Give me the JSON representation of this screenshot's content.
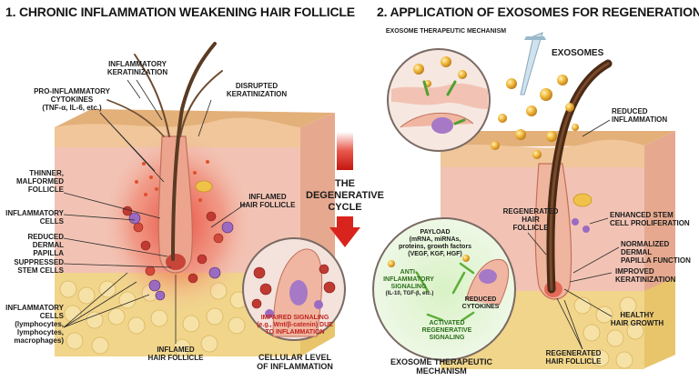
{
  "panel_left": {
    "title": "1. CHRONIC INFLAMMATION WEAKENING HAIR FOLLICLE",
    "labels": {
      "inflammatory_keratinization": "INFLAMMATORY\nKERATINIZATION",
      "pro_inflammatory_cytokines": "PRO-INFLAMMATORY\nCYTOKINES\n(TNF-α, IL-6, etc.)",
      "disrupted_keratinization": "DISRUPTED\nKERATINIZATION",
      "thinner_follicle": "THINNER,\nMALFORMED\nFOLLICLE",
      "inflammatory_cells": "INFLAMMATORY\nCELLS",
      "reduced_dermal_papilla": "REDUCED\nDERMAL PAPILLA",
      "suppressed_stem_cells": "SUPPRESSED\nSTEM CELLS",
      "inflammatory_cells_detail": "INFLAMMATORY\nCELLS\n(lymphocytes,\nlymphocytes,\nmacrophages)",
      "inflamed_hair_follicle_side": "INFLAMED\nHAIR FOLLICLE",
      "inflamed_hair_follicle_bottom": "INFLAMED\nHAIR FOLLICLE",
      "impaired_signaling": "IMPAIRED SIGNALING\n(e.g., Wnt/β-catenin) DUE\nTO INFLAMMATION",
      "cellular_level": "CELLULAR LEVEL\nOF INFLAMMATION"
    }
  },
  "middle": {
    "cycle_label": "THE\nDEGENERATIVE\nCYCLE"
  },
  "panel_right": {
    "title": "2. APPLICATION OF EXOSOMES FOR REGENERATION",
    "labels": {
      "exosome_mechanism_arc": "EXOSOME THERAPEUTIC MECHANISM",
      "exosomes": "EXOSOMES",
      "reduced_inflammation": "REDUCED\nINFLAMMATION",
      "regenerated_hair_follicle_side": "REGENERATED\nHAIR\nFOLLICLE",
      "enhanced_stem_cell": "ENHANCED STEM\nCELL PROLIFERATION",
      "normalized_dermal_papilla": "NORMALIZED DERMAL\nPAPILLA FUNCTION",
      "improved_keratinization": "IMPROVED\nKERATINIZATION",
      "healthy_hair_growth": "HEALTHY\nHAIR GROWTH",
      "regenerated_hair_follicle_bottom": "REGENERATED\nHAIR FOLLICLE",
      "exosome_mechanism_bottom": "EXOSOME THERAPEUTIC\nMECHANISM",
      "payload": "PAYLOAD\n(mRNA, miRNAs,\nproteins, growth factors\n(VEGF, KGF, HGF)",
      "anti_inflammatory": "ANTI-\nINFLAMMATORY\nSIGNALING",
      "anti_inflammatory_detail": "(IL-10, TGF-β, etc.)",
      "reduced_cytokines": "REDUCED\nCYTOKINES",
      "activated_regenerative": "ACTIVATED\nREGENERATIVE\nSIGNALING"
    }
  },
  "colors": {
    "skin_top": "#f0c69a",
    "dermis": "#f2c3b4",
    "fat": "#f1d58a",
    "inflammation": "#e8382c",
    "hair": "#5a3a22",
    "arrow_red": "#d8241c",
    "signal_green": "#5fae3a"
  }
}
